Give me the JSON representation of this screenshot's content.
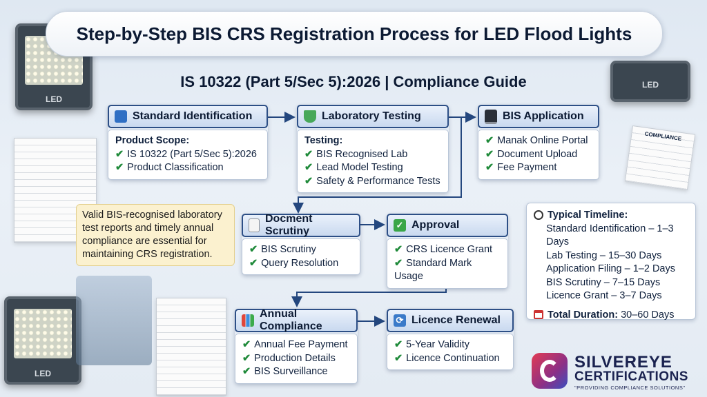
{
  "title": "Step-by-Step BIS CRS Registration Process for LED Flood Lights",
  "subtitle": "IS 10322 (Part 5/Sec 5):2026 | Compliance Guide",
  "illustrations": {
    "lamp_label": "LED",
    "doc_label": "COMPLIANCE"
  },
  "steps": {
    "standard": {
      "title": "Standard Identification",
      "icon": "book-icon",
      "heading": "Product Scope:",
      "items": [
        "IS 10322 (Part 5/Sec 5):2026",
        "Product Classification"
      ]
    },
    "testing": {
      "title": "Laboratory Testing",
      "icon": "flask-icon",
      "heading": "Testing:",
      "items": [
        "BIS Recognised Lab",
        "Lead Model Testing",
        "Safety & Performance Tests"
      ]
    },
    "application": {
      "title": "BIS Application",
      "icon": "computer-icon",
      "items": [
        "Manak Online Portal",
        "Document Upload",
        "Fee Payment"
      ]
    },
    "scrutiny": {
      "title": "Docment Scrutiny",
      "icon": "document-icon",
      "items": [
        "BIS Scrutiny",
        "Query Resolution"
      ]
    },
    "approval": {
      "title": "Approval",
      "icon": "check-box-icon",
      "items": [
        "CRS Licence Grant",
        "Standard Mark Usage"
      ]
    },
    "compliance": {
      "title": "Annual Compliance",
      "icon": "bar-chart-icon",
      "items": [
        "Annual Fee Payment",
        "Production Details",
        "BIS Surveillance"
      ]
    },
    "renewal": {
      "title": "Licence Renewal",
      "icon": "refresh-icon",
      "items": [
        "5-Year Validity",
        "Licence Continuation"
      ]
    }
  },
  "note": "Valid BIS-recognised laboratory test reports and timely annual compliance are essential for maintaining CRS registration.",
  "timeline": {
    "heading": "Typical Timeline:",
    "items": [
      "Standard Identification – 1–3 Days",
      "Lab Testing – 15–30 Days",
      "Application Filing – 1–2 Days",
      "BIS Scrutiny – 7–15 Days",
      "Licence Grant – 3–7 Days"
    ],
    "total_label": "Total Duration:",
    "total_value": "30–60 Days"
  },
  "logo": {
    "line1": "SILVEREYE",
    "line2": "CERTIFICATIONS",
    "tagline": "\"PROVIDING COMPLIANCE SOLUTIONS\""
  },
  "colors": {
    "header_border": "#2d4f86",
    "check_green": "#1f8a3a",
    "note_bg": "#fbf1cf",
    "arrow": "#24477e"
  }
}
